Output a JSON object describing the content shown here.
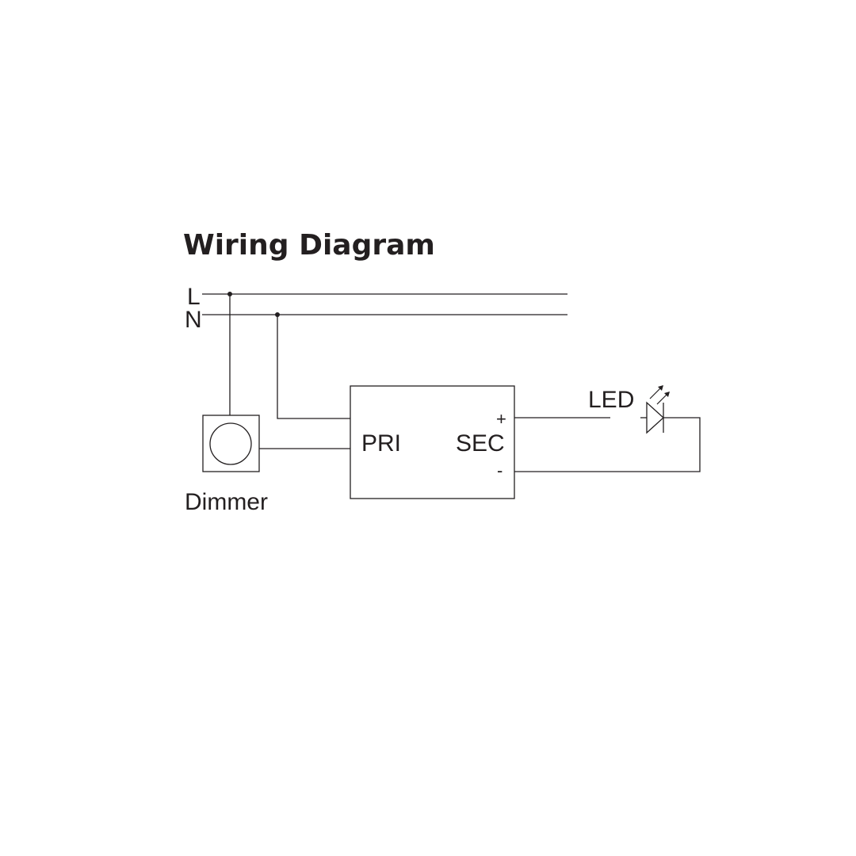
{
  "title": "Wiring Diagram",
  "lines": {
    "live": "L",
    "neutral": "N"
  },
  "dimmer": {
    "label": "Dimmer"
  },
  "driver": {
    "primary": "PRI",
    "secondary": "SEC",
    "plus": "+",
    "minus": "-"
  },
  "led": {
    "label": "LED"
  },
  "colors": {
    "ink": "#231f20",
    "background": "#ffffff"
  },
  "icons": {
    "dimmer": "dimmer-knob-icon",
    "led": "led-diode-icon"
  }
}
